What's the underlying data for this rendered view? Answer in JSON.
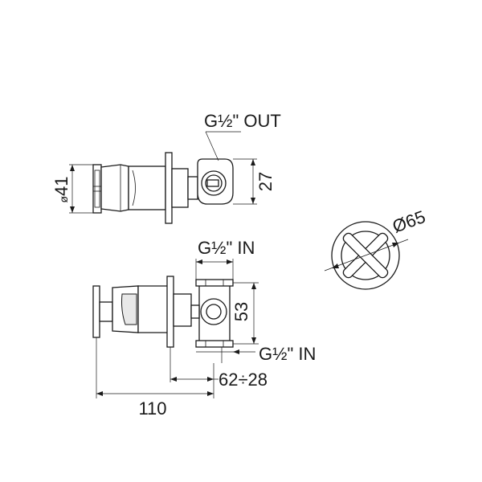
{
  "labels": {
    "out_label": "G½\" OUT",
    "in_label_top": "G½\" IN",
    "in_label_bottom": "G½\" IN",
    "dim_41": "41",
    "dim_41_prefix": "ø",
    "dim_27": "27",
    "dim_53": "53",
    "dim_65": "Ø65",
    "dim_62_28": "62÷28",
    "dim_110": "110"
  }
}
